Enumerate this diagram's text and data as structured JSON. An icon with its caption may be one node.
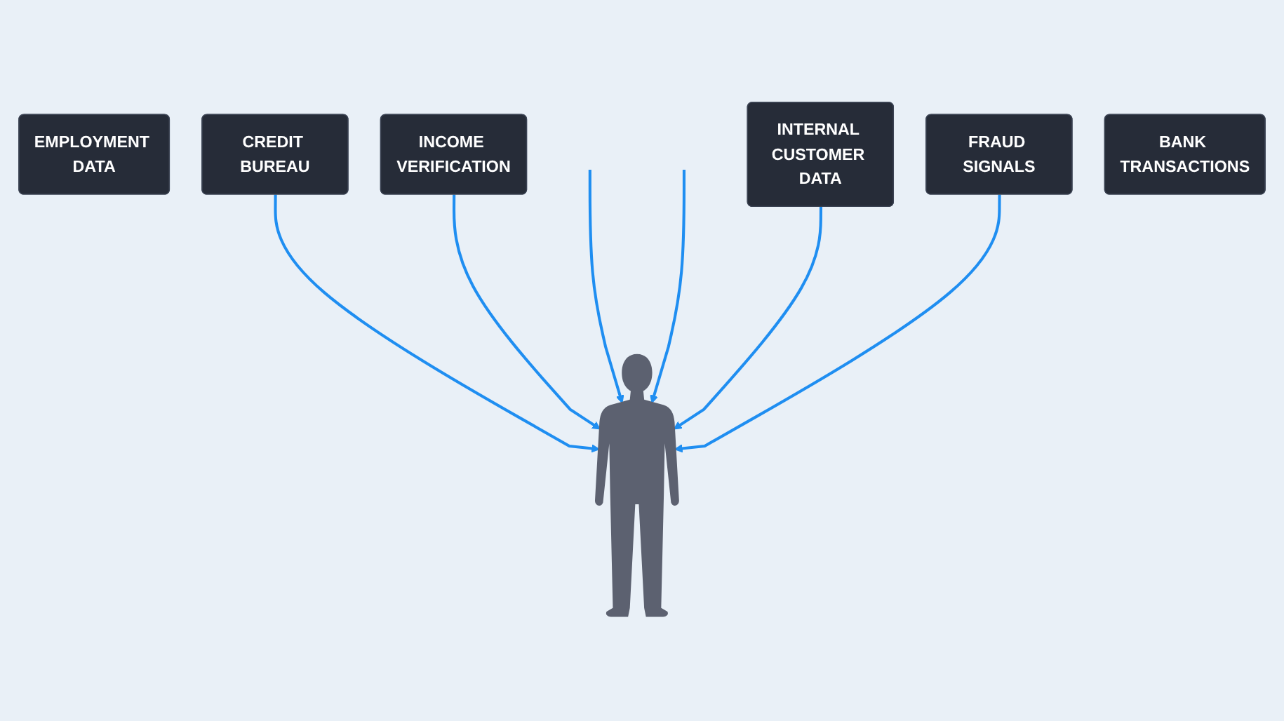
{
  "diagram": {
    "nodes": [
      {
        "text": [
          "CREDIT BUREAU"
        ]
      },
      {
        "text": [
          "INCOME VERIFICATION"
        ]
      },
      {
        "text": [
          "EMPLOYMENT DATA"
        ]
      },
      {
        "text": [],
        "shape": "person"
      },
      {
        "text": [
          "BANK TRANSACTIONS"
        ]
      },
      {
        "text": [
          "INTERNAL CUSTOMER DATA"
        ]
      },
      {
        "text": [
          "FRAUD SIGNALS"
        ]
      }
    ],
    "edges": [
      {
        "from": 0,
        "to": 3,
        "arrow": "to"
      },
      {
        "from": 1,
        "to": 3,
        "arrow": "to"
      },
      {
        "from": null,
        "to": 3,
        "arrow": "to"
      },
      {
        "from": null,
        "to": 3,
        "arrow": "to"
      },
      {
        "from": 5,
        "to": 3,
        "arrow": "to"
      },
      {
        "from": 6,
        "to": 3,
        "arrow": "to"
      }
    ]
  }
}
